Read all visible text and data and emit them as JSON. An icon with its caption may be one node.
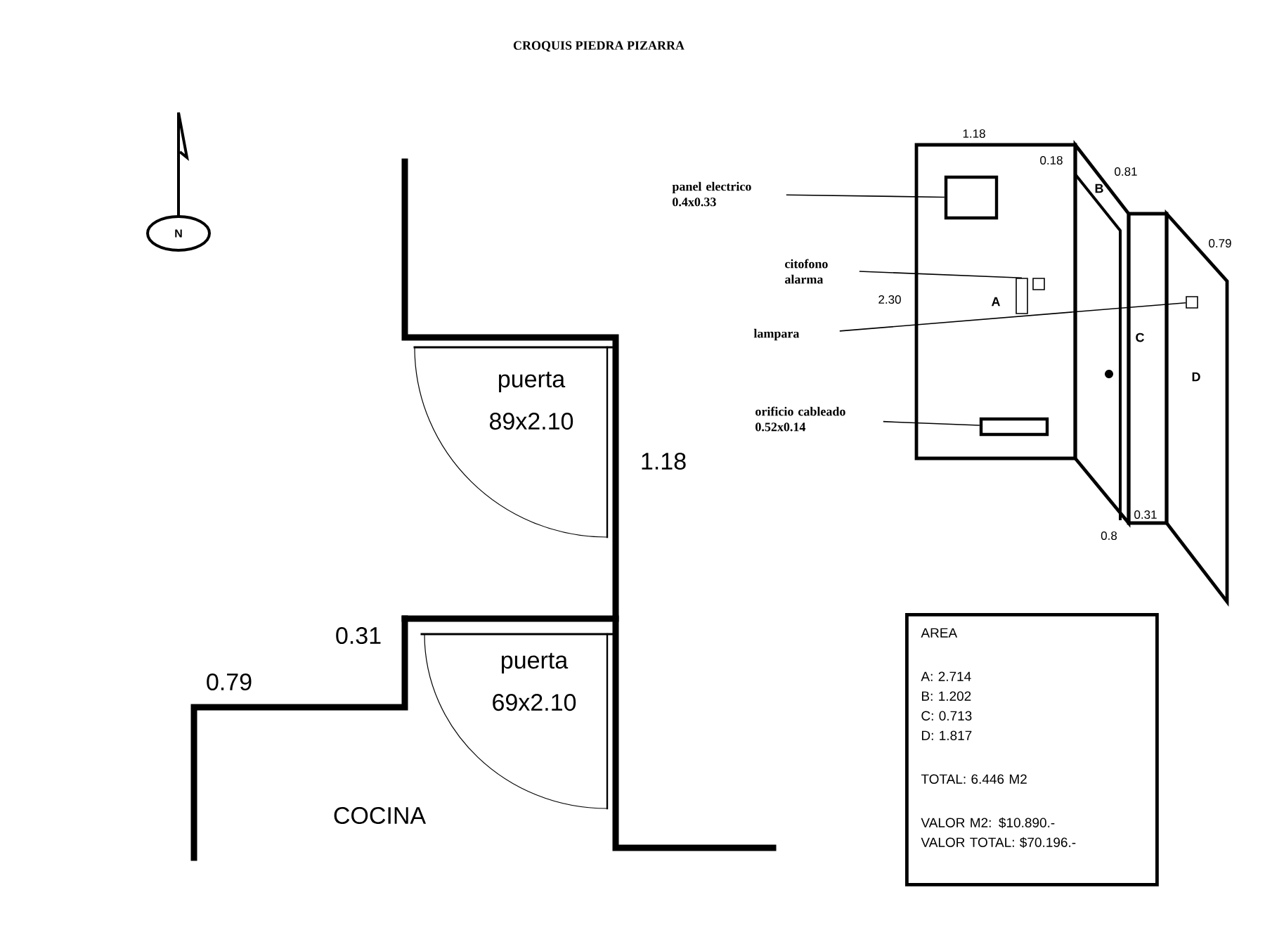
{
  "diagram": {
    "title": "CROQUIS PIEDRA PIZARRA",
    "nodes": [
      {
        "text": [
          "panel electrico 0.4x0.33"
        ]
      },
      {
        "text": [
          "A"
        ]
      },
      {
        "text": [],
        "shape": "box",
        "in": 1
      },
      {
        "text": [
          "citofono alarma"
        ]
      },
      {
        "text": [],
        "shape": "box",
        "in": 1
      },
      {
        "text": [
          "lampara"
        ]
      },
      {
        "text": [
          "B"
        ]
      },
      {
        "text": [
          "C"
        ]
      },
      {
        "text": [
          "D"
        ]
      },
      {
        "text": [],
        "shape": "box",
        "in": 8
      },
      {
        "text": [
          "orificio cableado 0.52x0.14"
        ]
      },
      {
        "text": [],
        "shape": "box",
        "in": 1
      },
      {
        "text": [
          "N"
        ]
      },
      {
        "text": [
          "AREA",
          "A: 2.714",
          "B: 1.202",
          "C: 0.713",
          "D: 1.817",
          "TOTAL: 6.446 M2",
          "VALOR M2:      $10.890.-",
          "VALOR TOTAL: $70.196.-"
        ]
      }
    ],
    "edges": [
      {
        "from": 0,
        "to": 2,
        "arrow": "none"
      },
      {
        "from": 3,
        "to": 4,
        "arrow": "none"
      },
      {
        "from": 5,
        "to": 9,
        "arrow": "none"
      },
      {
        "from": 10,
        "to": 11,
        "arrow": "none"
      }
    ],
    "labels": [
      "1.18",
      "0.18",
      "0.81",
      "0.79",
      "2.30",
      "0.31",
      "0.8",
      "puerta 89x2.10",
      "1.18",
      "0.31",
      "puerta 69x2.10",
      "0.79",
      "COCINA"
    ]
  }
}
